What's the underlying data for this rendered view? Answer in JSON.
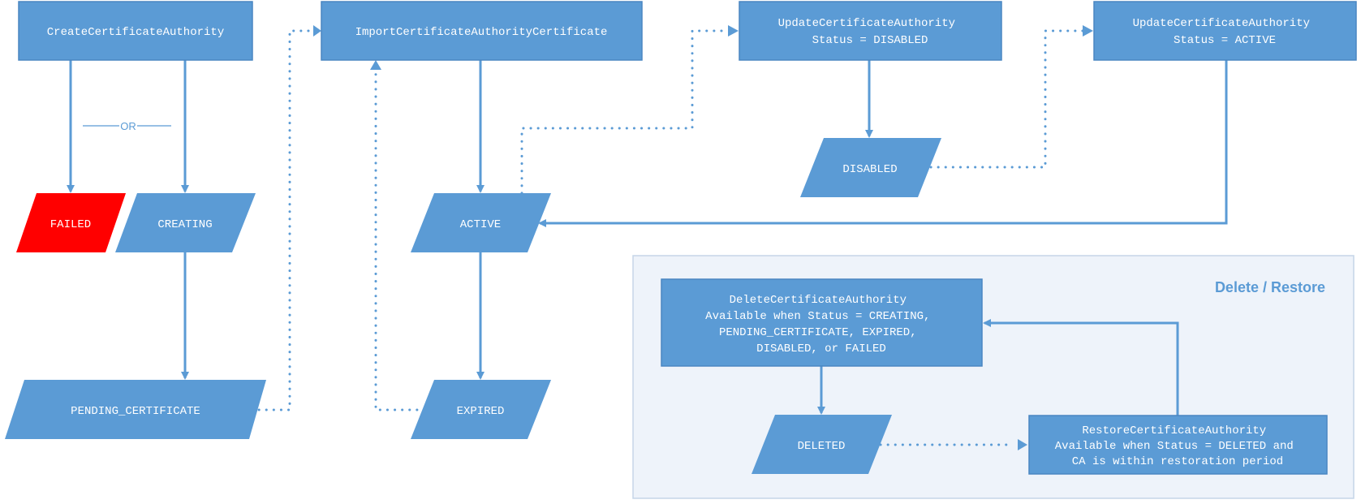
{
  "colors": {
    "box_fill": "#5B9BD5",
    "box_stroke": "#4A86C2",
    "failed_fill": "#FF0000",
    "panel_fill": "#EEF3FA",
    "panel_stroke": "#C5D5E8",
    "arrow": "#5B9BD5",
    "text": "#FFFFFF",
    "title_text": "#5B9BD5"
  },
  "api_boxes": {
    "create": {
      "lines": [
        "CreateCertificateAuthority"
      ]
    },
    "import": {
      "lines": [
        "ImportCertificateAuthorityCertificate"
      ]
    },
    "update_disable": {
      "lines": [
        "UpdateCertificateAuthority",
        "Status = DISABLED"
      ]
    },
    "update_active": {
      "lines": [
        "UpdateCertificateAuthority",
        "Status = ACTIVE"
      ]
    },
    "delete": {
      "lines": [
        "DeleteCertificateAuthority",
        "Available when Status = CREATING,",
        "PENDING_CERTIFICATE, EXPIRED,",
        "DISABLED, or FAILED"
      ]
    },
    "restore": {
      "lines": [
        "RestoreCertificateAuthority",
        "Available when Status = DELETED and",
        "CA is within restoration period"
      ]
    }
  },
  "states": {
    "failed": "FAILED",
    "creating": "CREATING",
    "pending": "PENDING_CERTIFICATE",
    "active": "ACTIVE",
    "expired": "EXPIRED",
    "disabled": "DISABLED",
    "deleted": "DELETED"
  },
  "or_label": "OR",
  "panel_title": "Delete / Restore"
}
